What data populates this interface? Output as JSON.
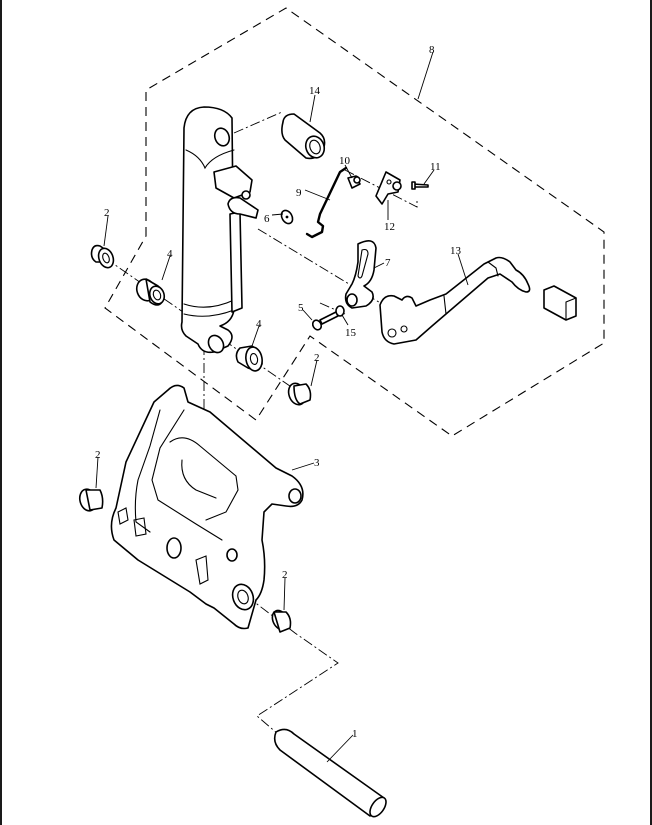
{
  "diagram": {
    "type": "exploded-parts-view",
    "group_boundary_label": "8",
    "callouts": [
      {
        "id": "c1",
        "label": "1",
        "part": "pin-shaft"
      },
      {
        "id": "c2a",
        "label": "2",
        "part": "flange-bolt-upper-left"
      },
      {
        "id": "c2b",
        "label": "2",
        "part": "flange-bolt-mid"
      },
      {
        "id": "c2c",
        "label": "2",
        "part": "flange-bolt-lower-left"
      },
      {
        "id": "c2d",
        "label": "2",
        "part": "flange-bolt-lower-right"
      },
      {
        "id": "c3",
        "label": "3",
        "part": "swivel-bracket"
      },
      {
        "id": "c4a",
        "label": "4",
        "part": "bushing-upper"
      },
      {
        "id": "c4b",
        "label": "4",
        "part": "bushing-lower"
      },
      {
        "id": "c5",
        "label": "5",
        "part": "screw"
      },
      {
        "id": "c6",
        "label": "6",
        "part": "washer"
      },
      {
        "id": "c7",
        "label": "7",
        "part": "tilt-lock-plate"
      },
      {
        "id": "c8",
        "label": "8",
        "part": "tilt-cylinder-assembly"
      },
      {
        "id": "c9",
        "label": "9",
        "part": "lock-rod"
      },
      {
        "id": "c10",
        "label": "10",
        "part": "clip"
      },
      {
        "id": "c11",
        "label": "11",
        "part": "pin"
      },
      {
        "id": "c12",
        "label": "12",
        "part": "lock-arm"
      },
      {
        "id": "c13",
        "label": "13",
        "part": "tilt-lever"
      },
      {
        "id": "c14",
        "label": "14",
        "part": "collar"
      },
      {
        "id": "c15",
        "label": "15",
        "part": "spring-washer"
      }
    ]
  },
  "colors": {
    "line": "#000000",
    "background": "#ffffff",
    "frame": "#1a1a1a"
  }
}
